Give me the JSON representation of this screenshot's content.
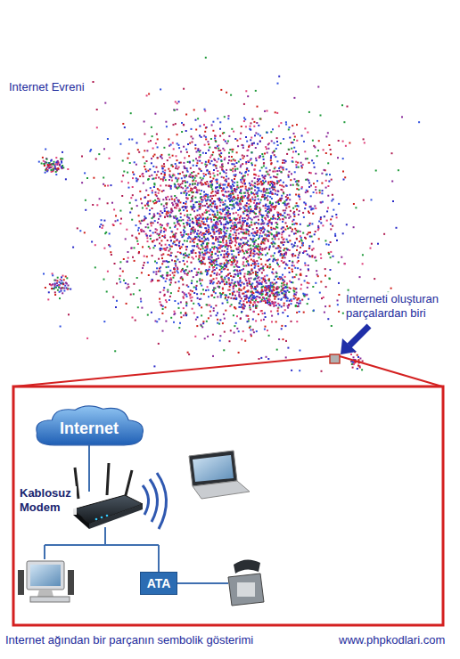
{
  "diagram": {
    "caption": "Internet ağından bir parçanın sembolik gösterimi",
    "nodes": [
      {
        "text": [
          "Internet"
        ]
      },
      {
        "text": [
          "ATA"
        ]
      }
    ],
    "labels": [
      "Internet Evreni",
      "Interneti oluşturan parçalardan biri",
      "Kablosuz Modem",
      "www.phpkodlari.com"
    ]
  }
}
